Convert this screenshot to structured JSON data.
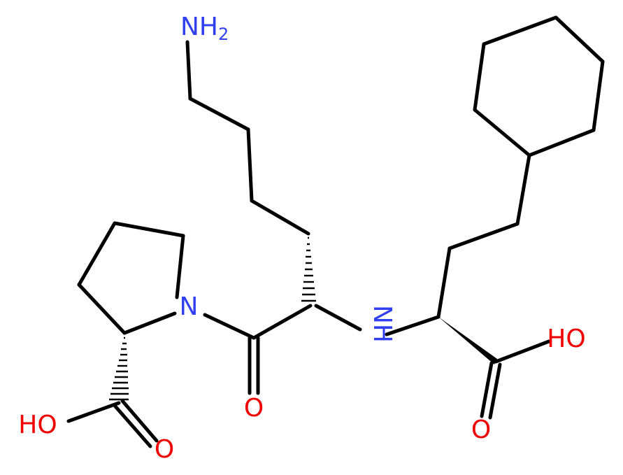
{
  "colors": {
    "bond": "#000000",
    "nitrogen": "#3040f0",
    "oxygen": "#f00000",
    "background": "#ffffff"
  },
  "atoms": {
    "amine_n": "NH",
    "amine_sub": "2",
    "ring_n": "N",
    "amide_o": "O",
    "linker_nh": "NH",
    "acid_left_oh": "HO",
    "acid_left_o": "O",
    "acid_right_oh": "HO",
    "acid_right_o": "O"
  }
}
